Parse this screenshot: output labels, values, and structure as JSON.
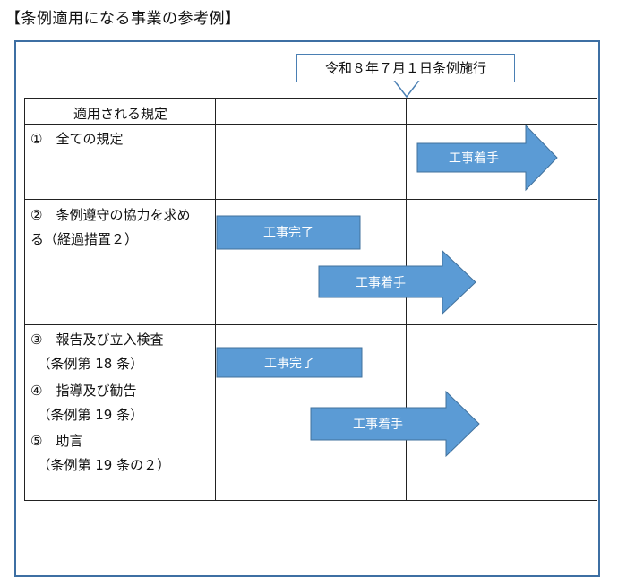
{
  "heading": "【条例適用になる事業の参考例】",
  "callout": "令和８年７月１日条例施行",
  "table": {
    "header": "適用される規定",
    "rows": [
      {
        "lines": [
          "①　全ての規定"
        ]
      },
      {
        "lines": [
          "②　条例遵守の協力を求め",
          "る（経過措置２）"
        ]
      },
      {
        "lines": [
          "③　報告及び立入検査",
          "　（条例第 18 条）",
          "④　指導及び勧告",
          "　（条例第 19 条）",
          "⑤　助言",
          "　（条例第 19 条の２）"
        ]
      }
    ]
  },
  "bars": {
    "start": "工事着手",
    "complete": "工事完了"
  },
  "colors": {
    "bar_fill": "#5b9bd5",
    "bar_stroke": "#41719c",
    "frame": "#3d6fa3"
  }
}
